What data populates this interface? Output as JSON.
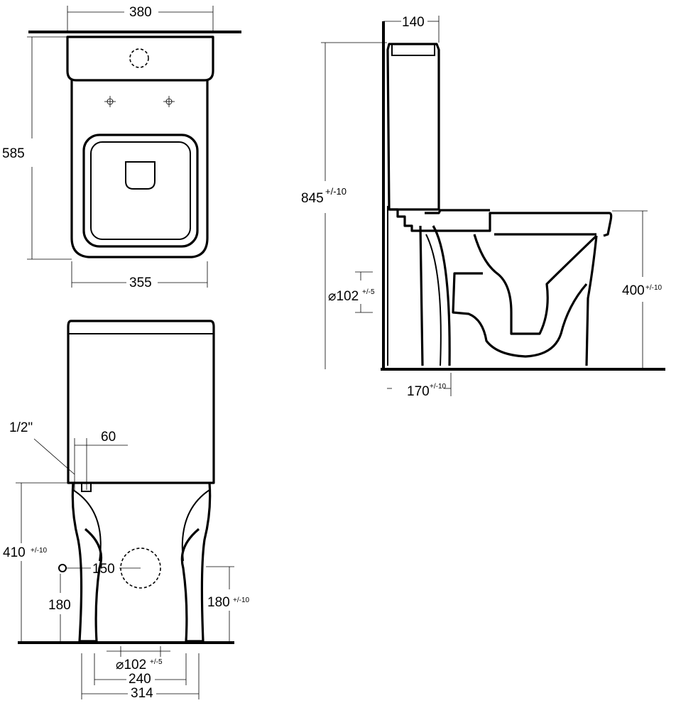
{
  "top_view": {
    "width": "380",
    "depth": "585",
    "seat_width": "355"
  },
  "front_view": {
    "inlet_size": "1/2\"",
    "inlet_offset": "60",
    "height": "410",
    "height_tol": "+/-10",
    "inlet_spacing": "150",
    "inlet_height": "180",
    "outlet_height": "180",
    "outlet_height_tol": "+/-10",
    "outlet_diameter": "⌀102",
    "outlet_diameter_tol": "+/-5",
    "base_width_inner": "240",
    "base_width_outer": "314"
  },
  "side_view": {
    "cistern_depth": "140",
    "total_height": "845",
    "total_height_tol": "+/-10",
    "outlet_diameter": "⌀102",
    "outlet_diameter_tol": "+/-5",
    "seat_height": "400",
    "seat_height_tol": "+/-10",
    "outlet_wall_distance": "170",
    "outlet_wall_distance_tol": "+/-10"
  }
}
